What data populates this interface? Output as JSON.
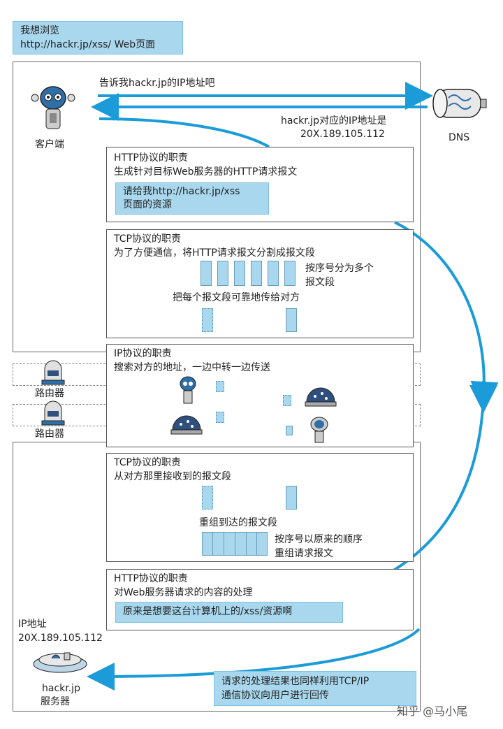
{
  "top_callout": {
    "line1": "我想浏览",
    "line2": "http://hackr.jp/xss/ Web页面"
  },
  "client_label": "客户端",
  "dns": {
    "label": "DNS",
    "request": "告诉我hackr.jp的IP地址吧",
    "response_line1": "hackr.jp对应的IP地址是",
    "response_line2": "20X.189.105.112"
  },
  "http_send": {
    "title": "HTTP协议的职责",
    "desc": "生成针对目标Web服务器的HTTP请求报文",
    "note_line1": "请给我http://hackr.jp/xss",
    "note_line2": "页面的资源"
  },
  "tcp_send": {
    "title": "TCP协议的职责",
    "desc": "为了方便通信，将HTTP请求报文分割成报文段",
    "split_note_line1": "按序号分为多个",
    "split_note_line2": "报文段",
    "transfer_note": "把每个报文段可靠地传给对方"
  },
  "ip": {
    "title": "IP协议的职责",
    "desc": "搜索对方的地址，一边中转一边传送"
  },
  "routers": [
    "路由器",
    "路由器"
  ],
  "tcp_recv": {
    "title": "TCP协议的职责",
    "desc": "从对方那里接收到的报文段",
    "reassemble": "重组到达的报文段",
    "order_line1": "按序号以原来的顺序",
    "order_line2": "重组请求报文"
  },
  "http_recv": {
    "title": "HTTP协议的职责",
    "desc": "对Web服务器请求的内容的处理",
    "note": "原来是想要这台计算机上的/xss/资源啊"
  },
  "server": {
    "ip_label": "IP地址",
    "ip": "20X.189.105.112",
    "name_line1": "hackr.jp",
    "name_line2": "服务器"
  },
  "return_note": {
    "line1": "请求的处理结果也同样利用TCP/IP",
    "line2": "通信协议向用户进行回传"
  },
  "watermark": "知乎 @马小尾",
  "colors": {
    "arrow_blue": "#1b9bd7",
    "callout_blue": "#a9d8ee"
  }
}
